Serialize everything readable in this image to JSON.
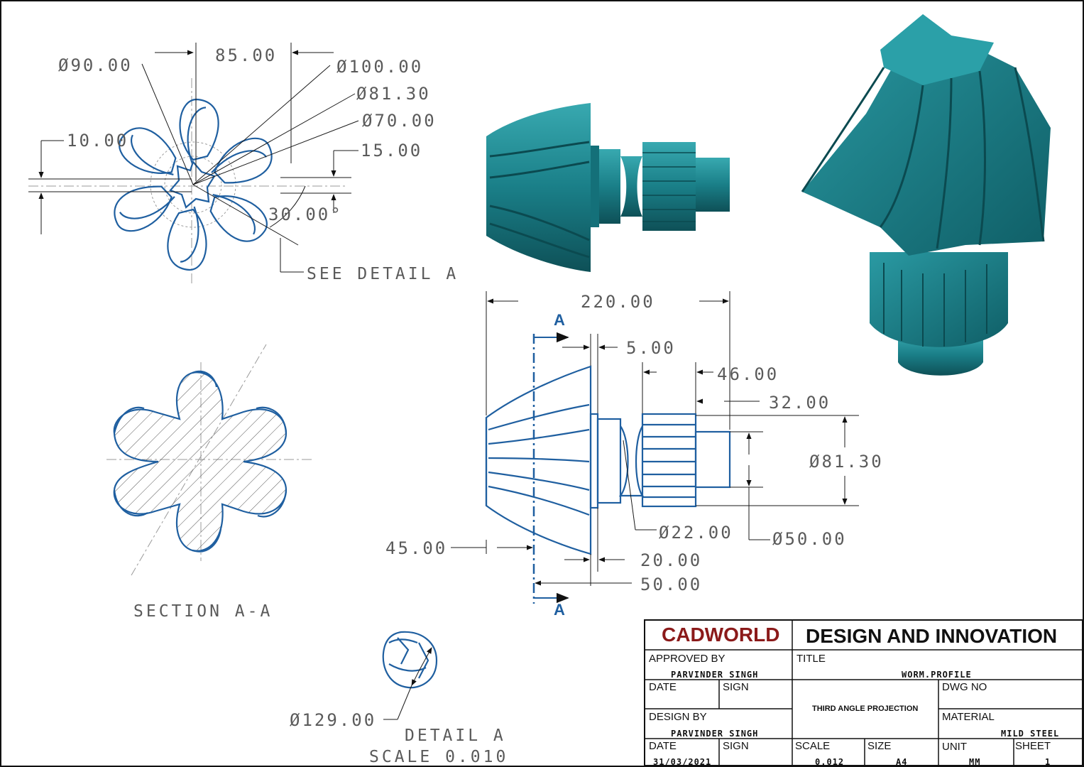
{
  "front_view": {
    "dims": {
      "d90": "Ø90.00",
      "l85": "85.00",
      "d100": "Ø100.00",
      "d81": "Ø81.30",
      "d70": "Ø70.00",
      "l10": "10.00",
      "l15": "15.00",
      "a30": "30.00°"
    },
    "see_detail": "SEE DETAIL A"
  },
  "side_view": {
    "dims": {
      "l220": "220.00",
      "l5": "5.00",
      "l46": "46.00",
      "l32": "32.00",
      "d81": "Ø81.30",
      "d22": "Ø22.00",
      "d50": "Ø50.00",
      "l45": "45.00",
      "l20": "20.00",
      "l50": "50.00"
    },
    "section_marker": "A"
  },
  "section": {
    "label": "SECTION A-A"
  },
  "detail": {
    "dim": "Ø129.00",
    "label": "DETAIL A",
    "scale": "SCALE 0.010"
  },
  "title_block": {
    "company": "CADWORLD",
    "heading": "DESIGN AND INNOVATION",
    "approved_by_label": "APPROVED BY",
    "approved_by": "PARVINDER SINGH",
    "title_label": "TITLE",
    "title": "WORM.PROFILE",
    "date_label": "DATE",
    "sign_label": "SIGN",
    "dwg_no_label": "DWG NO",
    "projection": "THIRD ANGLE PROJECTION",
    "design_by_label": "DESIGN BY",
    "design_by": "PARVINDER SINGH",
    "material_label": "MATERIAL",
    "material": "MILD STEEL",
    "date2_label": "DATE",
    "sign2_label": "SIGN",
    "scale_label": "SCALE",
    "size_label": "SIZE",
    "unit_label": "UNIT",
    "sheet_label": "SHEET",
    "date": "31/03/2021",
    "scale": "0.012",
    "size": "A4",
    "unit": "MM",
    "sheet": "1"
  },
  "colors": {
    "model": "#1f7f87",
    "lines": "#1f5fa0",
    "company": "#8b1a1a"
  }
}
